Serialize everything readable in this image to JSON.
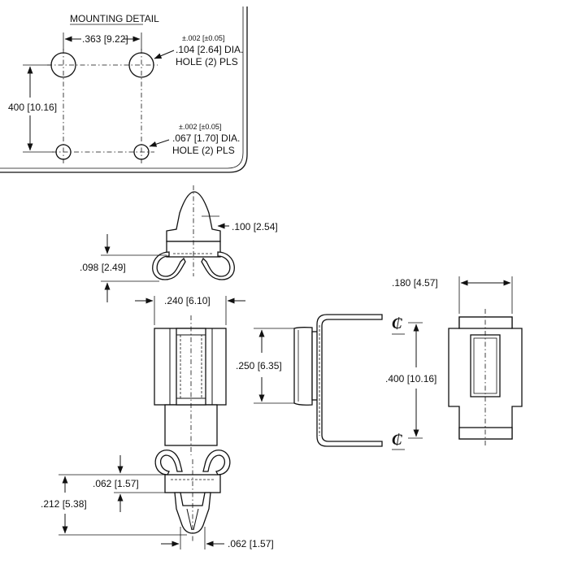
{
  "mounting_detail": {
    "title": "MOUNTING DETAIL",
    "hole_spacing": ".363 [9.22]",
    "vertical_spacing": "400 [10.16]",
    "large_hole": {
      "tolerance": "±.002 [±0.05]",
      "diameter": ".104 [2.64] DIA.",
      "note": "HOLE (2) PLS"
    },
    "small_hole": {
      "tolerance": "±.002 [±0.05]",
      "diameter": ".067 [1.70] DIA.",
      "note": "HOLE (2) PLS"
    }
  },
  "top_clip": {
    "width_dim": ".100 [2.54]",
    "height_dim": ".098 [2.49]"
  },
  "body": {
    "width_dim": ".240 [6.10]",
    "height_dim": ".250 [6.35]"
  },
  "bottom_clip": {
    "pin_top_dim": ".062 [1.57]",
    "height_dim": ".212 [5.38]",
    "pin_width_dim": ".062 [1.57]"
  },
  "side_view": {
    "centerline_symbol": "₵",
    "pitch_dim": ".400 [10.16]"
  },
  "end_view": {
    "width_dim": ".180 [4.57]"
  }
}
